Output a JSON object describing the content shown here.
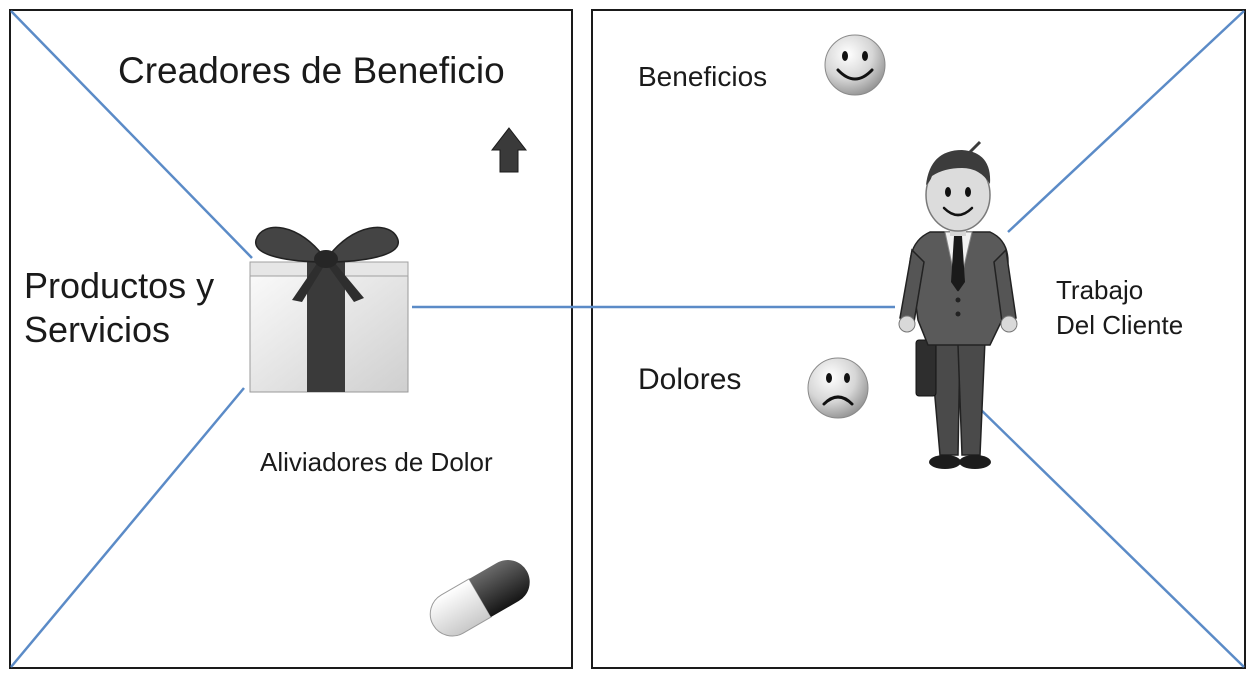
{
  "value_proposition": {
    "gain_creators": "Creadores de Beneficio",
    "products_services": [
      "Productos y",
      "Servicios"
    ],
    "pain_relievers": "Aliviadores de Dolor"
  },
  "customer_profile": {
    "gains": "Beneficios",
    "pains": "Dolores",
    "customer_job": [
      "Trabajo",
      "Del Cliente"
    ]
  },
  "icons": {
    "gain_creator": "up-arrow-icon",
    "product": "gift-box-icon",
    "pain_reliever": "pill-icon",
    "gain": "smiley-face-icon",
    "pain": "sad-face-icon",
    "customer": "businessman-icon"
  },
  "colors": {
    "divider_lines": "#5b8bc7",
    "panel_border": "#1a1a1a"
  }
}
